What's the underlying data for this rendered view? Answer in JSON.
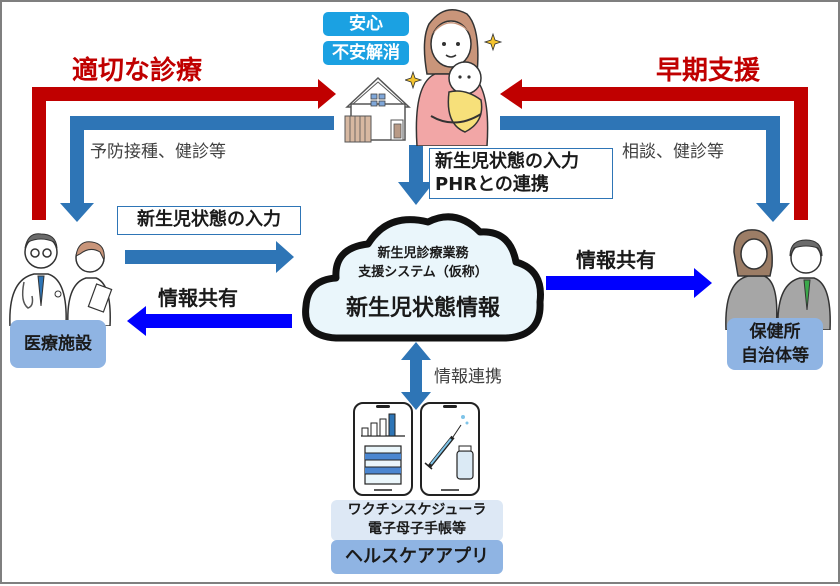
{
  "colors": {
    "red_arrow": "#c00000",
    "blue_arrow": "#2e75b6",
    "bright_blue_arrow": "#0000ff",
    "cyan_badge": "#1ba1e2",
    "blue_badge": "#8fb4e3",
    "cloud_fill": "#eaf6fb"
  },
  "top": {
    "badge_relief": "安心",
    "badge_anxiety": "不安解消",
    "left_red_label": "適切な診療",
    "right_red_label": "早期支援",
    "left_blue_label": "予防接種、健診等",
    "right_blue_label": "相談、健診等",
    "home_icon": "house-icon",
    "mother_icon": "mother-with-baby-icon"
  },
  "center_input_box": {
    "line1": "新生児状態の入力",
    "line2": "PHRとの連携"
  },
  "cloud": {
    "line1": "新生児診療業務",
    "line2": "支援システム（仮称）",
    "title": "新生児状態情報"
  },
  "left": {
    "input_label": "新生児状態の入力",
    "share_label": "情報共有",
    "entity_label": "医療施設",
    "icon": "doctor-and-nurse-icon"
  },
  "right": {
    "share_label": "情報共有",
    "entity_line1": "保健所",
    "entity_line2": "自治体等",
    "icon": "public-health-staff-icon"
  },
  "bottom": {
    "link_label": "情報連携",
    "app_line1": "ワクチンスケジューラ",
    "app_line2": "電子母子手帳等",
    "app_title": "ヘルスケアアプリ",
    "phone_left_icon": "chart-app-phone-icon",
    "phone_right_icon": "vaccine-app-phone-icon"
  }
}
